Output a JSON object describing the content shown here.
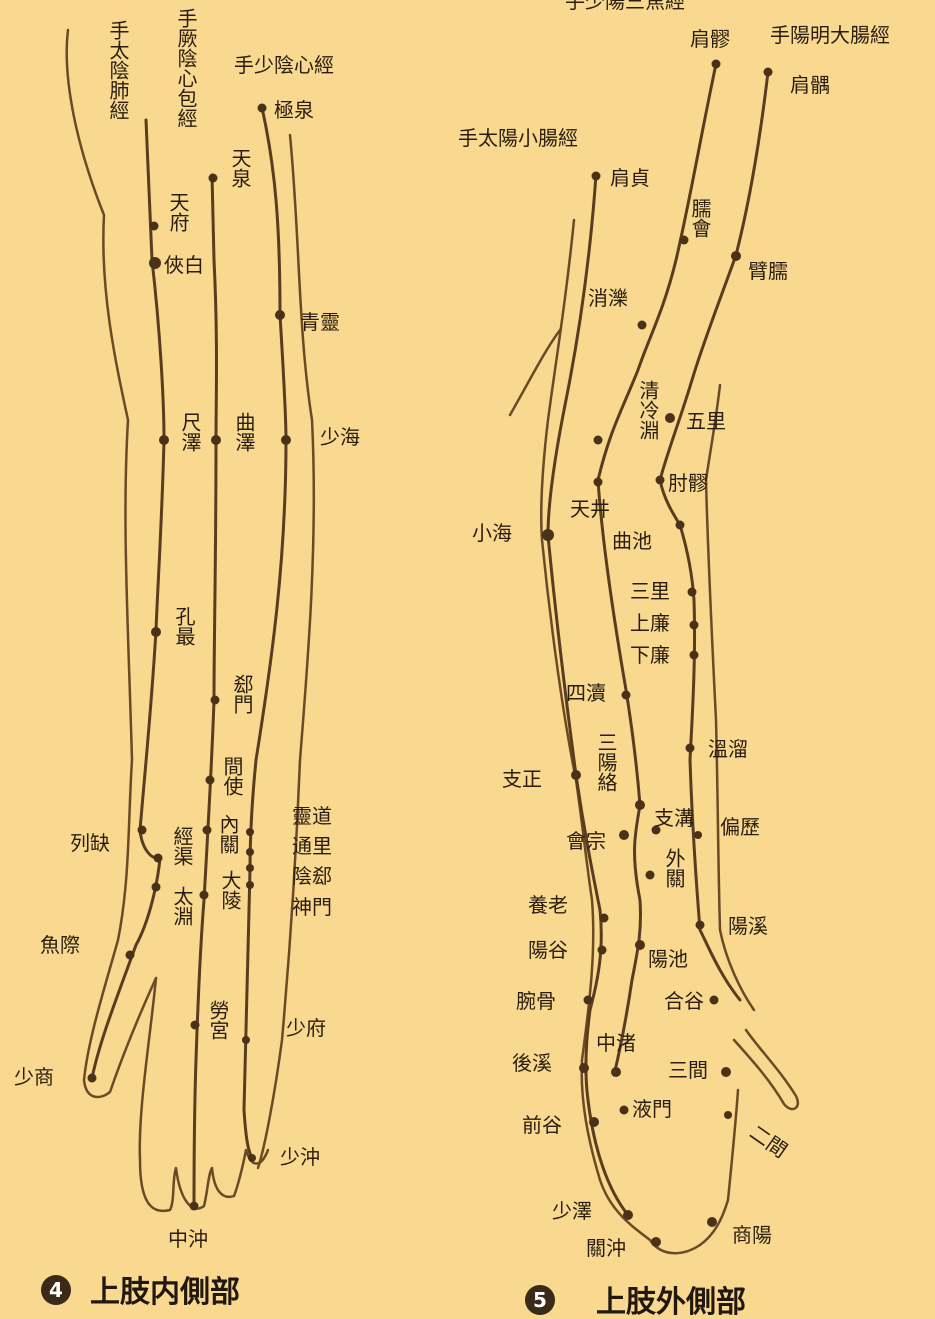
{
  "captions": {
    "inner": {
      "num": "4",
      "title": "上肢内側部"
    },
    "outer": {
      "num": "5",
      "title": "上肢外側部"
    }
  },
  "meridians": {
    "lung": "手太陰肺經",
    "pericardium": "手厥陰心包經",
    "heart": "手少陰心經",
    "small_intestine": "手太陽小腸經",
    "sanjiao": "手少陽三焦經",
    "large_intestine": "手陽明大腸經"
  },
  "inner_points": {
    "jiquan": "極泉",
    "tianquan": "天泉",
    "tianfu": "天府",
    "xiabai": "俠白",
    "qingling": "青靈",
    "chize": "尺澤",
    "quze": "曲澤",
    "shaohai": "少海",
    "kongzui": "孔最",
    "ximen": "郄門",
    "jianshi": "間使",
    "neiguan": "內關",
    "lieque": "列缺",
    "jingqu": "經渠",
    "daling": "大陵",
    "taiyuan": "太淵",
    "lingdao": "靈道",
    "tongli": "通里",
    "yinxi": "陰郄",
    "shenmen": "神門",
    "yuji": "魚際",
    "laogong": "勞宮",
    "shaofu": "少府",
    "shaoshang": "少商",
    "shaochong": "少沖",
    "zhongchong": "中沖"
  },
  "outer_points": {
    "jianliao": "肩髎",
    "jianyu": "肩髃",
    "jianzhen": "肩貞",
    "naohui": "臑會",
    "binao": "臂臑",
    "xiaoluo": "消濼",
    "qinglengyuan": "清冷淵",
    "wuli": "五里",
    "zhouliao": "肘髎",
    "tianjing": "天井",
    "xiaohai": "小海",
    "quchi": "曲池",
    "sanli": "三里",
    "shanglian": "上廉",
    "xialian": "下廉",
    "sidu": "四瀆",
    "wenliu": "溫溜",
    "zhizheng": "支正",
    "sanyangluo": "三陽絡",
    "zhigou": "支溝",
    "pianli": "偏歷",
    "huizong": "會宗",
    "waiguan": "外關",
    "yanglao": "養老",
    "yangxi": "陽溪",
    "yanggu": "陽谷",
    "yangchi": "陽池",
    "wangu": "腕骨",
    "hegu": "合谷",
    "zhongzhu": "中渚",
    "houxi": "後溪",
    "sanjian": "三間",
    "yemen": "液門",
    "qiangu": "前谷",
    "erjian": "二間",
    "shaoze": "少澤",
    "guanchong": "關沖",
    "shangyang": "商陽"
  }
}
